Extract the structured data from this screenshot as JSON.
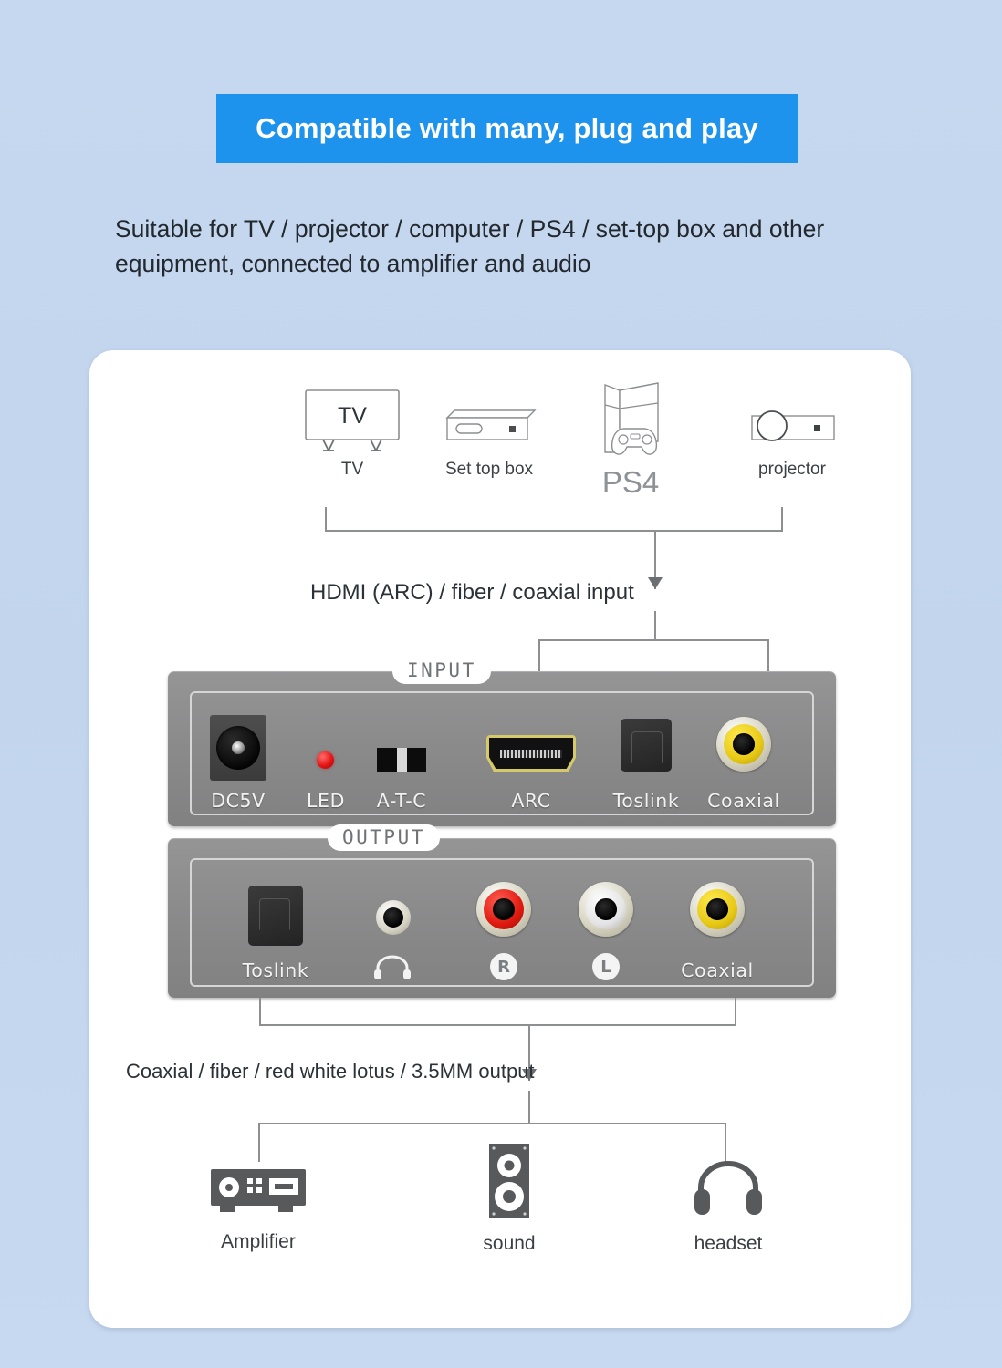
{
  "banner": {
    "title": "Compatible with many, plug and play",
    "bg_color": "#1d93ed"
  },
  "subtitle": "Suitable for TV / projector / computer / PS4 / set-top box and other equipment, connected to amplifier and audio",
  "diagram": {
    "source_devices": [
      {
        "label": "TV",
        "icon": "tv-icon",
        "screen_text": "TV"
      },
      {
        "label": "Set top box",
        "icon": "set-top-box-icon"
      },
      {
        "label": "PS4",
        "icon": "ps4-console-icon"
      },
      {
        "label": "projector",
        "icon": "projector-icon"
      }
    ],
    "input_flow_text": "HDMI (ARC) / fiber / coaxial input",
    "output_flow_text": "Coaxial / fiber / red white lotus / 3.5MM output",
    "input_panel": {
      "title": "INPUT",
      "ports": [
        {
          "label": "DC5V",
          "icon": "dc-power-jack-icon"
        },
        {
          "label": "LED",
          "icon": "led-indicator-icon",
          "color": "#e61414"
        },
        {
          "label": "A-T-C",
          "icon": "toggle-switch-icon"
        },
        {
          "label": "ARC",
          "icon": "hdmi-port-icon"
        },
        {
          "label": "Toslink",
          "icon": "toslink-optical-port-icon"
        },
        {
          "label": "Coaxial",
          "icon": "rca-jack-icon",
          "color": "#e8c916"
        }
      ]
    },
    "output_panel": {
      "title": "OUTPUT",
      "ports": [
        {
          "label": "Toslink",
          "icon": "toslink-optical-port-icon"
        },
        {
          "label": "",
          "icon": "headphone-icon"
        },
        {
          "label": "R",
          "icon": "rca-jack-icon",
          "color": "#e01a10"
        },
        {
          "label": "L",
          "icon": "rca-jack-icon",
          "color": "#ffffff"
        },
        {
          "label": "Coaxial",
          "icon": "rca-jack-icon",
          "color": "#e8c916"
        }
      ]
    },
    "destination_devices": [
      {
        "label": "Amplifier",
        "icon": "amplifier-icon"
      },
      {
        "label": "sound",
        "icon": "speaker-icon"
      },
      {
        "label": "headset",
        "icon": "headphone-icon"
      }
    ]
  }
}
